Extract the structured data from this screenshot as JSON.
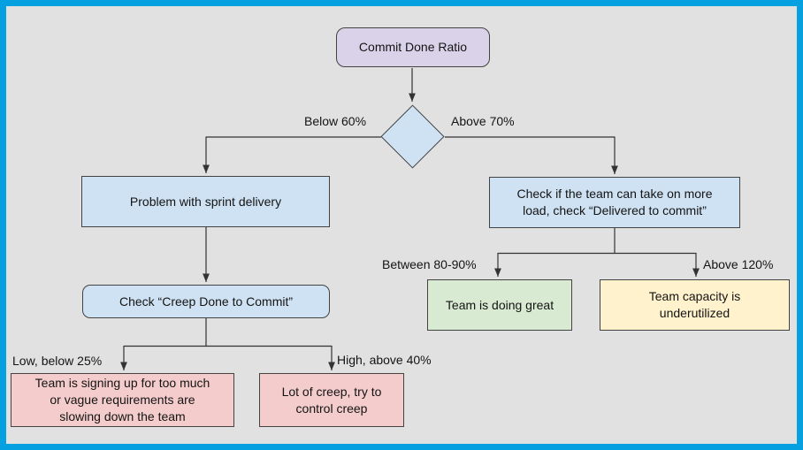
{
  "colors": {
    "canvas_border": "#04a0e0",
    "background": "#e1e1e1",
    "purple": "#d9d2e9",
    "blue": "#cfe2f3",
    "green": "#d9ead3",
    "yellow": "#fff2cc",
    "pink": "#f4cccc",
    "line": "#333333"
  },
  "nodes": {
    "commit_done_ratio": {
      "text": "Commit Done Ratio"
    },
    "decision_diamond": {
      "text": ""
    },
    "problem_sprint": {
      "text": "Problem with sprint delivery"
    },
    "check_creep": {
      "text": "Check “Creep Done to Commit”"
    },
    "check_team_load": {
      "lines": [
        "Check if the team can take on more",
        "load, check “Delivered to commit”"
      ]
    },
    "signing_up_too_much": {
      "lines": [
        "Team is signing up for too much",
        "or vague requirements are",
        "slowing down the team"
      ]
    },
    "lot_of_creep": {
      "lines": [
        "Lot of creep, try to",
        "control creep"
      ]
    },
    "doing_great": {
      "text": "Team is doing great"
    },
    "capacity_underutilized": {
      "lines": [
        "Team capacity is",
        "underutilized"
      ]
    }
  },
  "labels": {
    "below_60": "Below 60%",
    "above_70": "Above 70%",
    "between_80_90": "Between 80-90%",
    "above_120": "Above 120%",
    "low_below_25": "Low, below 25%",
    "high_above_40": "High, above 40%"
  }
}
